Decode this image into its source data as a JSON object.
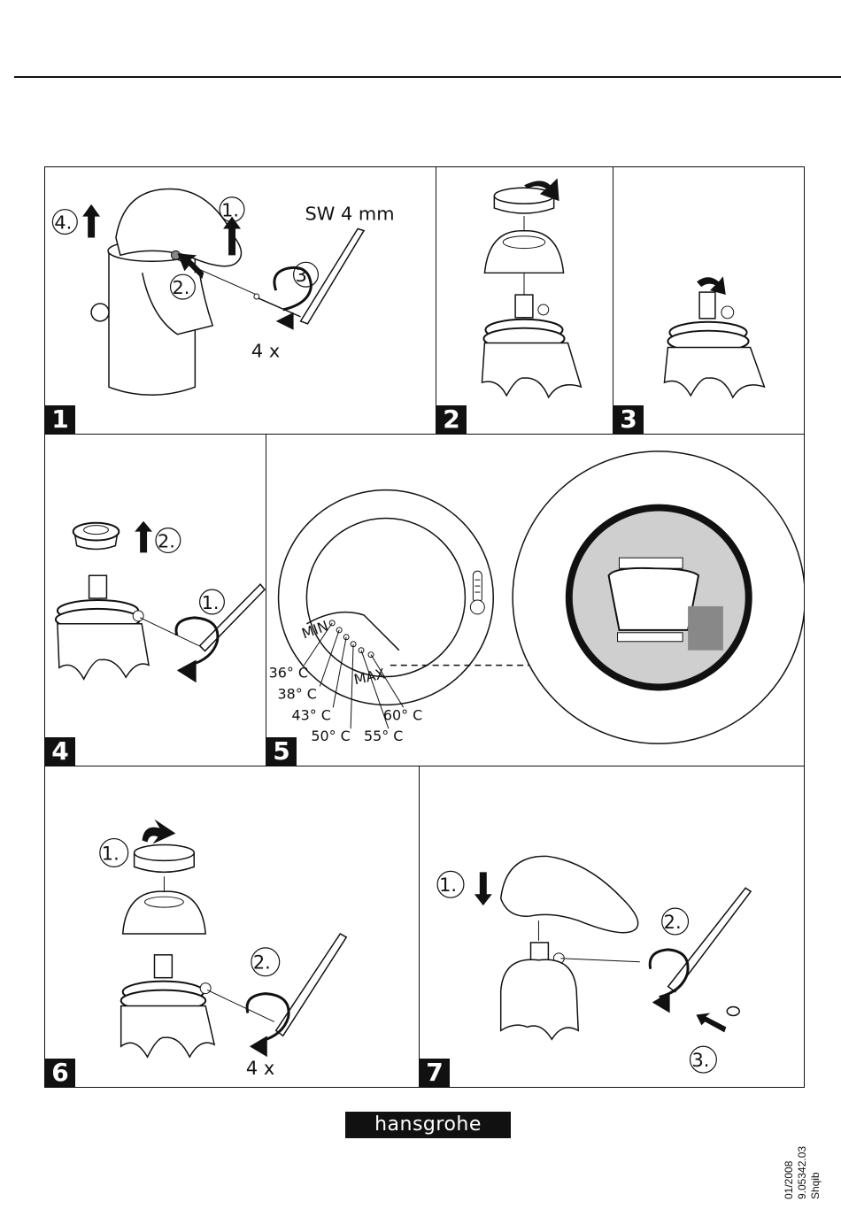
{
  "steps": [
    {
      "number": "1",
      "labels": {
        "step1": "1.",
        "step2": "2.",
        "step3": "3.",
        "step4": "4.",
        "tool": "SW 4 mm",
        "count": "4 x"
      }
    },
    {
      "number": "2"
    },
    {
      "number": "3"
    },
    {
      "number": "4",
      "labels": {
        "step1": "1.",
        "step2": "2."
      }
    },
    {
      "number": "5",
      "temperatures": [
        "36° C",
        "38° C",
        "43° C",
        "50° C",
        "55° C",
        "60° C"
      ],
      "scale_marks": [
        "MIN",
        "MAX"
      ]
    },
    {
      "number": "6",
      "labels": {
        "step1": "1.",
        "step2": "2.",
        "count": "4 x"
      }
    },
    {
      "number": "7",
      "labels": {
        "step1": "1.",
        "step2": "2.",
        "step3": "3."
      }
    }
  ],
  "brand": "hansgrohe",
  "document_info": {
    "date": "01/2008",
    "code": "9.05342.03",
    "language": "Shqib"
  },
  "icons": [
    "arrow-up-icon",
    "arrow-down-icon",
    "rotate-arrow-icon",
    "allen-key-icon",
    "thermometer-icon"
  ]
}
